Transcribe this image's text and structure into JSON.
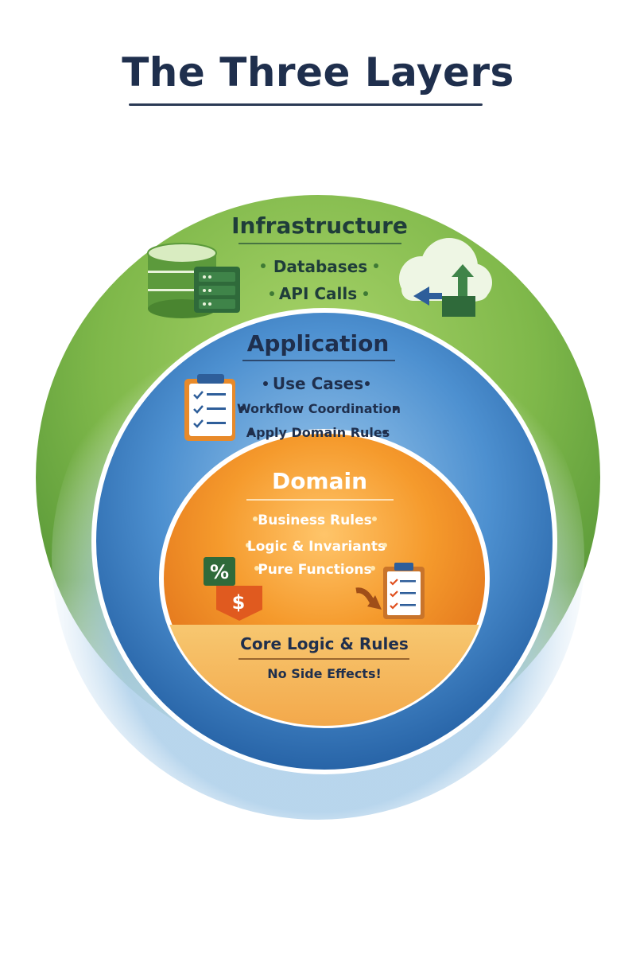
{
  "title": "The Three Layers",
  "layers": {
    "infrastructure": {
      "name": "Infrastructure",
      "items": [
        "Databases",
        "API Calls"
      ],
      "icons": [
        "database-icon",
        "server-rack-icon",
        "cloud-sync-icon"
      ]
    },
    "application": {
      "name": "Application",
      "items": [
        "Use Cases",
        "Workflow Coordination",
        "Apply Domain Rules"
      ],
      "icons": [
        "clipboard-checklist-icon"
      ]
    },
    "domain": {
      "name": "Domain",
      "items": [
        "Business Rules",
        "Logic & Invariants",
        "Pure Functions"
      ],
      "footer_title": "Core Logic & Rules",
      "footer_note": "No Side Effects!",
      "icons": [
        "percent-tag-icon",
        "dollar-tag-icon",
        "clipboard-checklist-icon"
      ]
    }
  },
  "colors": {
    "title": "#1f2f4d",
    "infrastructure": "#6faa3f",
    "application": "#3a7cc0",
    "domain": "#ee8a22",
    "text_dark": "#1f2f4d"
  }
}
